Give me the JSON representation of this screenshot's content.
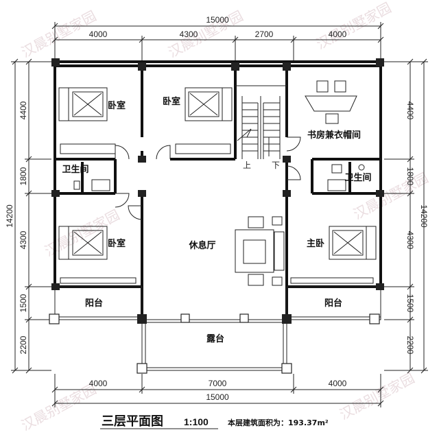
{
  "dimensions": {
    "top_total": "15000",
    "top_segments": [
      "4000",
      "4300",
      "2700",
      "4000"
    ],
    "bottom_total": "15000",
    "bottom_segments": [
      "4000",
      "7000",
      "4000"
    ],
    "left_total": "14200",
    "left_segments": [
      "4400",
      "1800",
      "4300",
      "1500",
      "2200"
    ],
    "right_total": "14200",
    "right_segments": [
      "4400",
      "1800",
      "4300",
      "1500",
      "2200"
    ]
  },
  "rooms": {
    "bedroom_1": "卧室",
    "bedroom_2": "卧室",
    "study": "书房兼衣帽间",
    "bath_left": "卫生间",
    "bath_right": "卫生间",
    "bedroom_3": "卧室",
    "lounge": "休息厅",
    "master": "主卧",
    "balcony_left": "阳台",
    "balcony_right": "阳台",
    "terrace": "露台"
  },
  "stairs": {
    "up": "上",
    "down": "下"
  },
  "footer": {
    "title": "三层平面图",
    "scale": "1:100",
    "area": "本层建筑面积为：193.37m²"
  },
  "watermark": "汉晨别墅家园"
}
